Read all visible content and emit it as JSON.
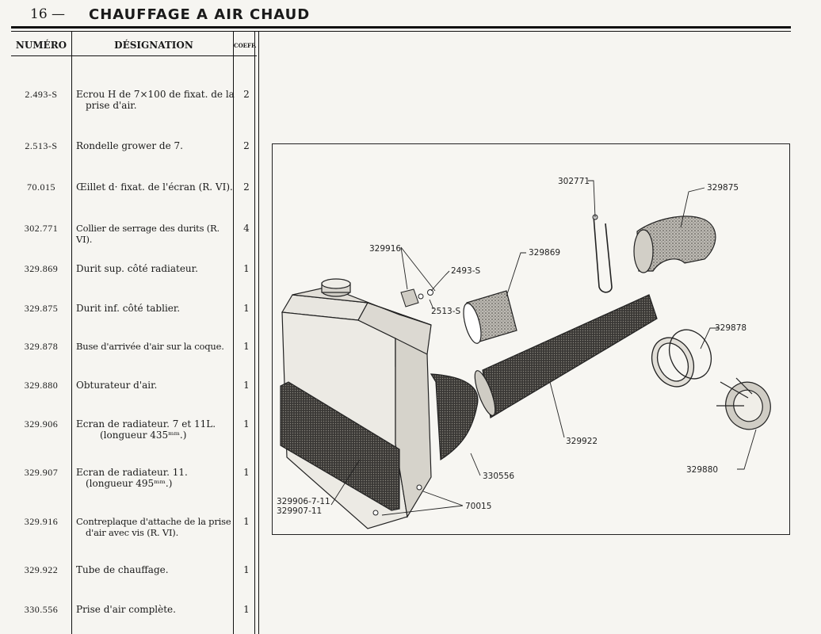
{
  "header": {
    "page_number": "16 —",
    "title": "CHAUFFAGE A AIR CHAUD"
  },
  "table": {
    "columns": {
      "numero": "NUMÉRO",
      "designation": "DÉSIGNATION",
      "coeff": "COEFF."
    },
    "rows": [
      {
        "numero": "2.493-S",
        "line1": "Ecrou H de 7×100 de fixat. de la",
        "line2": "prise d'air.",
        "coeff": "2"
      },
      {
        "numero": "2.513-S",
        "line1": "Rondelle grower de 7.",
        "line2": "",
        "coeff": "2"
      },
      {
        "numero": "70.015",
        "line1": "Œillet d· fixat. de l'écran (R. VI).",
        "line2": "",
        "coeff": "2"
      },
      {
        "numero": "302.771",
        "line1": "Collier de serrage des durits (R. VI).",
        "line2": "",
        "coeff": "4"
      },
      {
        "numero": "329.869",
        "line1": "Durit sup. côté radiateur.",
        "line2": "",
        "coeff": "1"
      },
      {
        "numero": "329.875",
        "line1": "Durit inf. côté tablier.",
        "line2": "",
        "coeff": "1"
      },
      {
        "numero": "329.878",
        "line1": "Buse d'arrivée d'air sur la coque.",
        "line2": "",
        "coeff": "1"
      },
      {
        "numero": "329.880",
        "line1": "Obturateur d'air.",
        "line2": "",
        "coeff": "1"
      },
      {
        "numero": "329.906",
        "line1": "Ecran de radiateur. 7 et 11L.",
        "line2": "(longueur 435ᵐᵐ.)",
        "coeff": "1"
      },
      {
        "numero": "329.907",
        "line1": "Ecran de radiateur. 11.",
        "line2": "(longueur 495ᵐᵐ.)",
        "coeff": "1"
      },
      {
        "numero": "329.916",
        "line1": "Contreplaque d'attache de la prise",
        "line2": "d'air avec vis (R. VI).",
        "coeff": "1"
      },
      {
        "numero": "329.922",
        "line1": "Tube de chauffage.",
        "line2": "",
        "coeff": "1"
      },
      {
        "numero": "330.556",
        "line1": "Prise d'air complète.",
        "line2": "",
        "coeff": "1"
      }
    ]
  },
  "diagram": {
    "labels": {
      "l302771": "302771",
      "l329875": "329875",
      "l329916": "329916",
      "l2493": "2493-S",
      "l329869": "329869",
      "l2513": "2513-S",
      "l329878": "329878",
      "l329922": "329922",
      "l330556": "330556",
      "l329880": "329880",
      "l70015": "70015",
      "l329906": "329906-7-11",
      "l329907": "329907-11"
    }
  }
}
